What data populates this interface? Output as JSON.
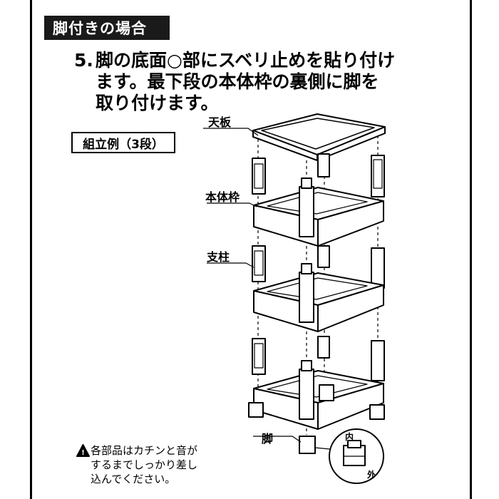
{
  "header": {
    "title": "脚付きの場合"
  },
  "instruction": {
    "number": "5.",
    "lines": [
      "脚の底面○部にスベリ止めを貼り付け",
      "ます。最下段の本体枠の裏側に脚を",
      "取り付けます。"
    ]
  },
  "example_label": "組立例（3段）",
  "parts": {
    "top_plate": "天板",
    "body_frame": "本体枠",
    "pillar": "支柱",
    "leg": "脚",
    "inside": "内",
    "outside": "外"
  },
  "note": {
    "icon": "warning-triangle-icon",
    "lines": [
      "各部品はカチンと音が",
      "するまでしっかり差し",
      "込んでください。"
    ]
  }
}
